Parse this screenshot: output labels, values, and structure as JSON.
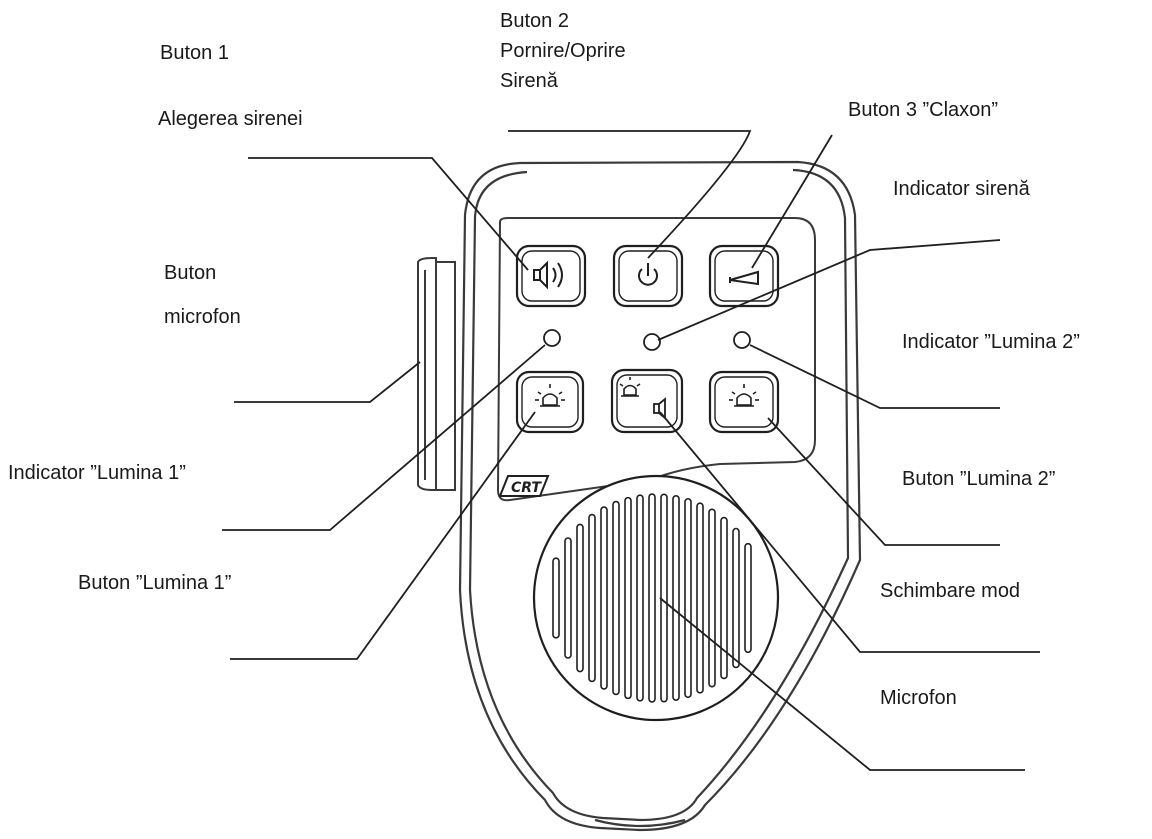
{
  "labels": {
    "buton1": {
      "line1": "Buton 1",
      "line2": "Alegerea sirenei"
    },
    "buton2": {
      "line1": "Buton 2",
      "line2": "Pornire/Oprire",
      "line3": "Sirenă"
    },
    "buton3": "Buton 3 ”Claxon”",
    "indicator_sirena": "Indicator sirenă",
    "buton_microfon": {
      "line1": "Buton",
      "line2": "microfon"
    },
    "indicator_lumina2": "Indicator ”Lumina 2”",
    "indicator_lumina1": "Indicator ”Lumina 1”",
    "buton_lumina2": "Buton ”Lumina 2”",
    "buton_lumina1": "Buton ”Lumina 1”",
    "schimbare_mod": "Schimbare mod",
    "microfon": "Microfon"
  },
  "device": {
    "logo_text": "CRT",
    "buttons_top": [
      {
        "name": "siren-select",
        "icon": "speaker-waves-icon"
      },
      {
        "name": "siren-power",
        "icon": "power-icon"
      },
      {
        "name": "horn",
        "icon": "horn-icon"
      }
    ],
    "buttons_bottom": [
      {
        "name": "light-1",
        "icon": "beacon-light-icon"
      },
      {
        "name": "mode-change",
        "icon": "beacon-speaker-icon"
      },
      {
        "name": "light-2",
        "icon": "beacon-light-icon"
      }
    ],
    "line_color": "#1f1f1f",
    "body_stroke": "#3a3a3a"
  }
}
